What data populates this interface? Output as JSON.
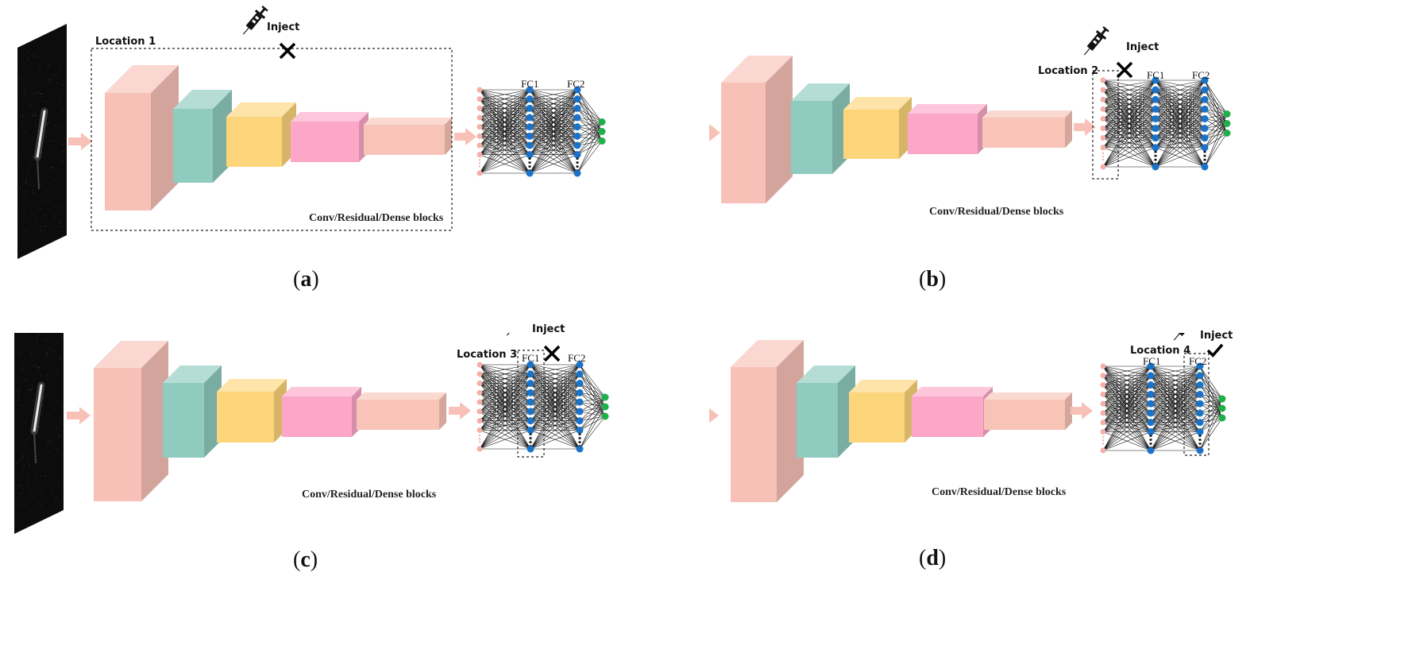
{
  "panels": [
    {
      "id": "a",
      "caption_letter": "a",
      "location_label": "Location 1",
      "inject_label": "Inject",
      "blocks_label": "Conv/Residual/Dense blocks",
      "fc1_label": "FC1",
      "fc2_label": "FC2",
      "result": "cross"
    },
    {
      "id": "b",
      "caption_letter": "b",
      "location_label": "Location 2",
      "inject_label": "Inject",
      "blocks_label": "Conv/Residual/Dense blocks",
      "fc1_label": "FC1",
      "fc2_label": "FC2",
      "result": "cross"
    },
    {
      "id": "c",
      "caption_letter": "c",
      "location_label": "Location 3",
      "inject_label": "Inject",
      "blocks_label": "Conv/Residual/Dense blocks",
      "fc1_label": "FC1",
      "fc2_label": "FC2",
      "result": "cross"
    },
    {
      "id": "d",
      "caption_letter": "d",
      "location_label": "Location 4",
      "inject_label": "Inject",
      "blocks_label": "Conv/Residual/Dense blocks",
      "fc1_label": "FC1",
      "fc2_label": "FC2",
      "result": "check"
    }
  ],
  "colors": {
    "block1": "#f8c1b8",
    "block2": "#8fcbbf",
    "block3": "#fdd57a",
    "block4": "#fca7c8",
    "block5": "#f8c4b8",
    "arrow": "#f8c1b8",
    "fc_node": "#1a73c8",
    "output_node": "#1fb04a",
    "input_node": "#f4b0a8"
  },
  "icons": [
    "syringe-icon",
    "cross-mark-icon",
    "check-mark-icon"
  ]
}
